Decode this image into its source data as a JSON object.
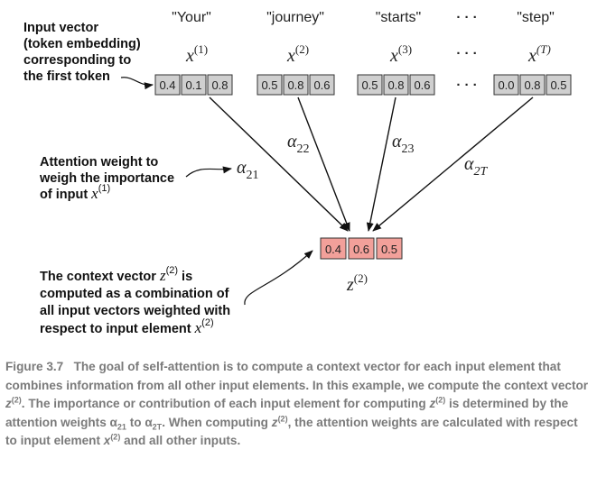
{
  "tokens": [
    {
      "word": "\"Your\"",
      "x_base": "x",
      "x_sup": "(1)",
      "values": [
        "0.4",
        "0.1",
        "0.8"
      ]
    },
    {
      "word": "\"journey\"",
      "x_base": "x",
      "x_sup": "(2)",
      "values": [
        "0.5",
        "0.8",
        "0.6"
      ]
    },
    {
      "word": "\"starts\"",
      "x_base": "x",
      "x_sup": "(3)",
      "values": [
        "0.5",
        "0.8",
        "0.6"
      ]
    },
    {
      "word": "\"step\"",
      "x_base": "x",
      "x_sup": "(T)",
      "values": [
        "0.0",
        "0.8",
        "0.5"
      ]
    }
  ],
  "ellipsis": "· · ·",
  "labels": {
    "input_vector": [
      "Input vector",
      "(token embedding)",
      "corresponding to",
      "the first token"
    ],
    "attention_weight": [
      "Attention weight to",
      "weigh the importance",
      "of input "
    ],
    "attention_weight_x": "x",
    "attention_weight_sup": "(1)",
    "context_vector": [
      "The context vector ",
      "computed as a combination of",
      "all input vectors weighted with",
      "respect to input element "
    ],
    "context_vector_is": " is",
    "context_z": "z",
    "context_z_sup": "(2)",
    "context_x": "x",
    "context_x_sup": "(2)"
  },
  "alphas": [
    {
      "base": "α",
      "sub": "21"
    },
    {
      "base": "α",
      "sub": "22"
    },
    {
      "base": "α",
      "sub": "23"
    },
    {
      "base": "α",
      "sub": "2T"
    }
  ],
  "output": {
    "values": [
      "0.4",
      "0.6",
      "0.5"
    ],
    "z_base": "z",
    "z_sup": "(2)"
  },
  "caption": {
    "figure": "Figure 3.7",
    "text1": "The goal of self-attention is to compute a context vector for each input element that combines information from all other input elements. In this example, we compute the context vector ",
    "z1": "z",
    "z1_sup": "(2)",
    "text2": ". The importance or contribution of each input element for computing ",
    "z2": "z",
    "z2_sup": "(2)",
    "text3": " is determined by the attention weights ",
    "a1": "α",
    "a1_sub": "21",
    "text4": " to ",
    "a2": "α",
    "a2_sub": "2T",
    "text5": ". When computing ",
    "z3": "z",
    "z3_sup": "(2)",
    "text6": ", the attention weights are calculated with respect to input element ",
    "x1": "x",
    "x1_sup": "(2)",
    "text7": " and all other inputs."
  },
  "colors": {
    "input_cell": "#cfcfcf",
    "output_cell": "#f2a09a",
    "caption_text": "#7a7a7a"
  }
}
